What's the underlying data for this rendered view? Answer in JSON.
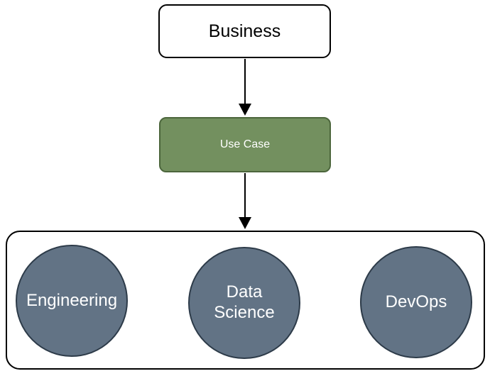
{
  "diagram": {
    "type": "flowchart",
    "orientation": "top-down"
  },
  "nodes": {
    "business": {
      "label": "Business",
      "shape": "rounded-rect"
    },
    "use_case": {
      "label": "Use Case",
      "shape": "rounded-rect"
    },
    "teams_group": {
      "shape": "rounded-rect-container",
      "children": [
        {
          "label": "Engineering",
          "shape": "circle"
        },
        {
          "label": "Data\nScience",
          "shape": "circle"
        },
        {
          "label": "DevOps",
          "shape": "circle"
        }
      ]
    }
  },
  "edges": [
    {
      "from": "Business",
      "to": "Use Case",
      "style": "solid-arrow-down"
    },
    {
      "from": "Use Case",
      "to": "teams_group",
      "style": "solid-arrow-down"
    }
  ],
  "colors": {
    "background": "#FFFFFF",
    "shape_border": "#000000",
    "business_fill": "#FFFFFF",
    "business_text": "#000000",
    "use_case_fill": "#73905F",
    "use_case_border": "#4C663C",
    "use_case_text": "#FFFFFF",
    "circle_fill": "#627385",
    "circle_border": "#2D3B49",
    "circle_text": "#FFFFFF"
  }
}
